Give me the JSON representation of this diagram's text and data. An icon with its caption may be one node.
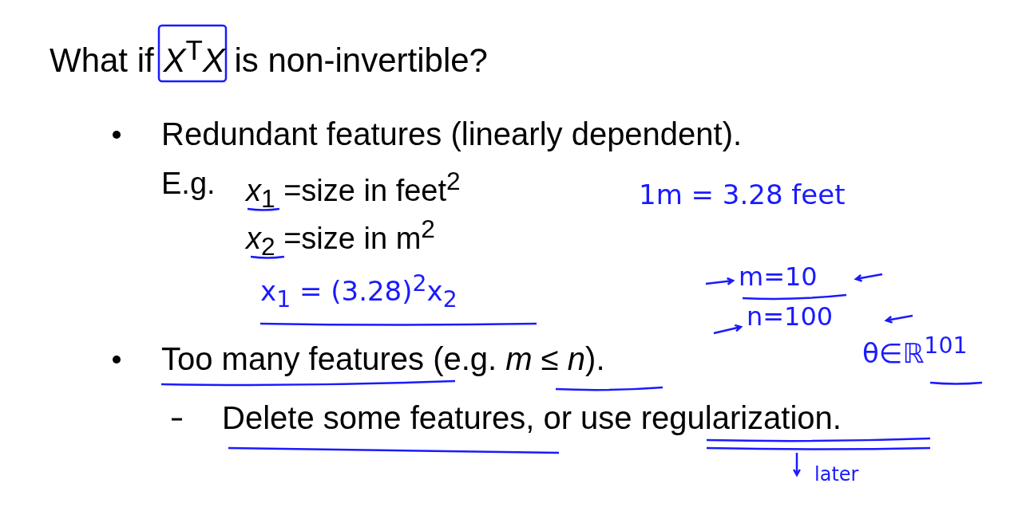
{
  "diagram": {
    "title": "What if *X*$^{T}$*X* is non-invertible?",
    "labels": [
      "Redundant features (linearly dependent).",
      "E.g.",
      "*x*$_{1}$ =size in feet$^{2}$",
      "*x*$_{2}$ =size in m$^{2}$",
      "1m = 3.28 feet",
      "x$_{1}$ = (3.28)$^{2}$x$_{2}$",
      "m=10",
      "n=100",
      "Too many features (e.g. *m* ≤ *n*).",
      "θ∈ℝ$^{101}$",
      "Delete some features, or use regularization.",
      "later"
    ]
  }
}
